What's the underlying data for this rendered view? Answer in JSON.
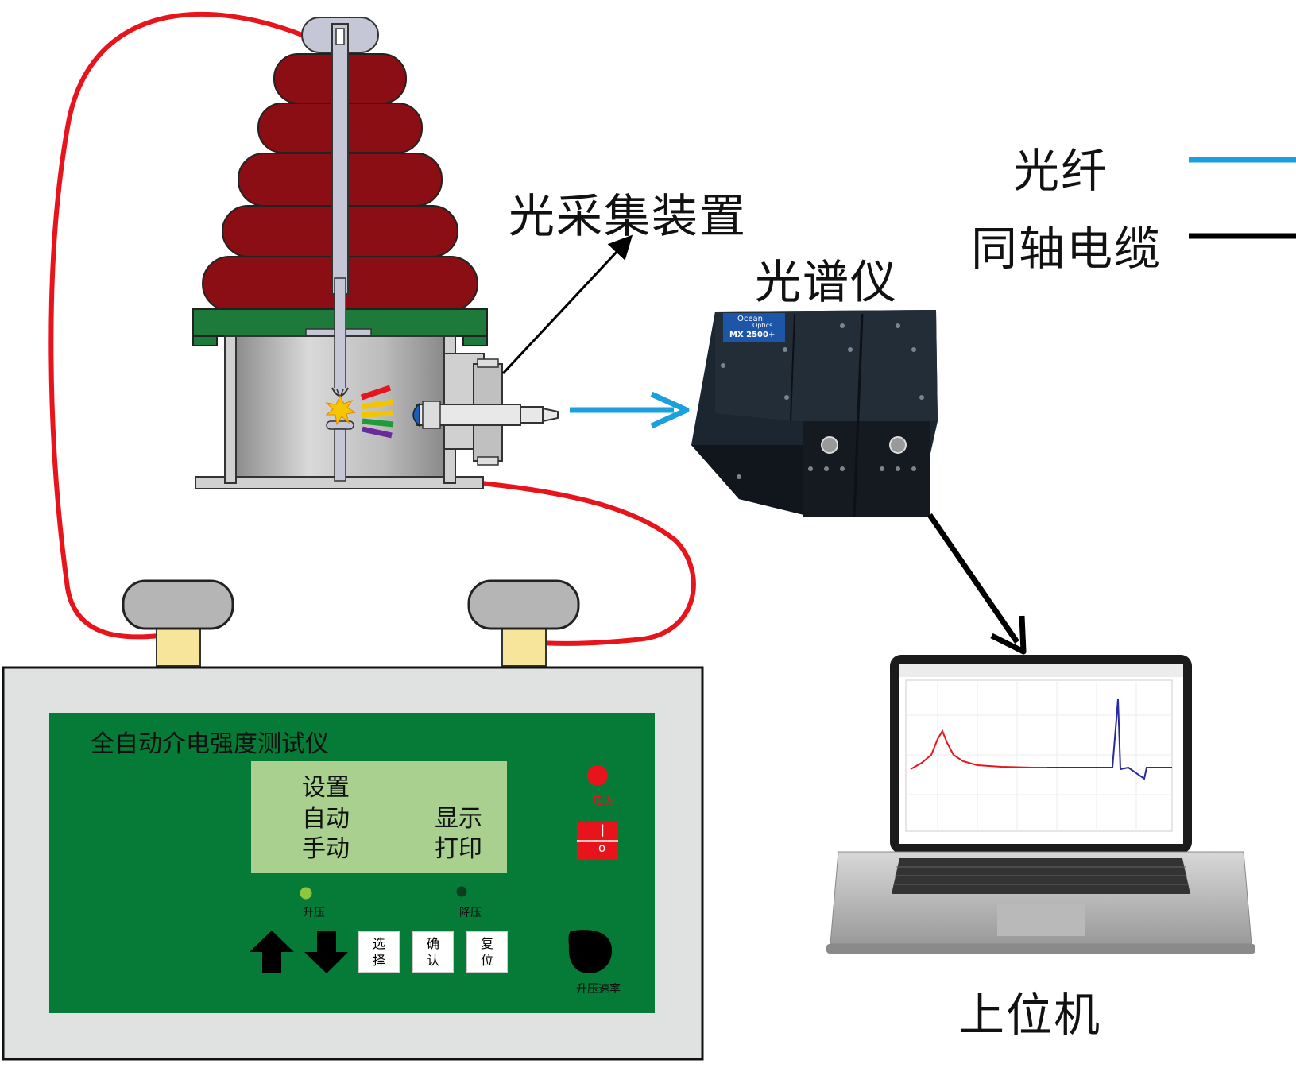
{
  "labels": {
    "light_collector": "光采集装置",
    "spectrometer": "光谱仪",
    "host_computer": "上位机"
  },
  "legend": {
    "fiber_label": "光纤",
    "fiber_color": "#1aa0dc",
    "coax_label": "同轴电缆",
    "coax_color": "#000000"
  },
  "spectrometer": {
    "brand_top": "Ocean",
    "brand_bottom": "Optics",
    "model": "MX 2500+"
  },
  "tester": {
    "title": "全自动介电强度测试仪",
    "lcd": {
      "line1": "设置",
      "line2_left": "自动",
      "line2_right": "显示",
      "line3_left": "手动",
      "line3_right": "打印"
    },
    "power_label": "电源",
    "switch_on": "|",
    "switch_off": "o",
    "boost_label": "升压",
    "reduce_label": "降压",
    "key_select": [
      "选",
      "择"
    ],
    "key_confirm": [
      "确",
      "认"
    ],
    "key_reset": [
      "复",
      "位"
    ],
    "rate_label": "升压速率"
  },
  "colors": {
    "insulator": "#8b0e14",
    "flange": "#1e7a3b",
    "cable": "#e8141c",
    "panel": "#067a37",
    "lcd": "#a9d08e",
    "power_led": "#e8141c"
  }
}
